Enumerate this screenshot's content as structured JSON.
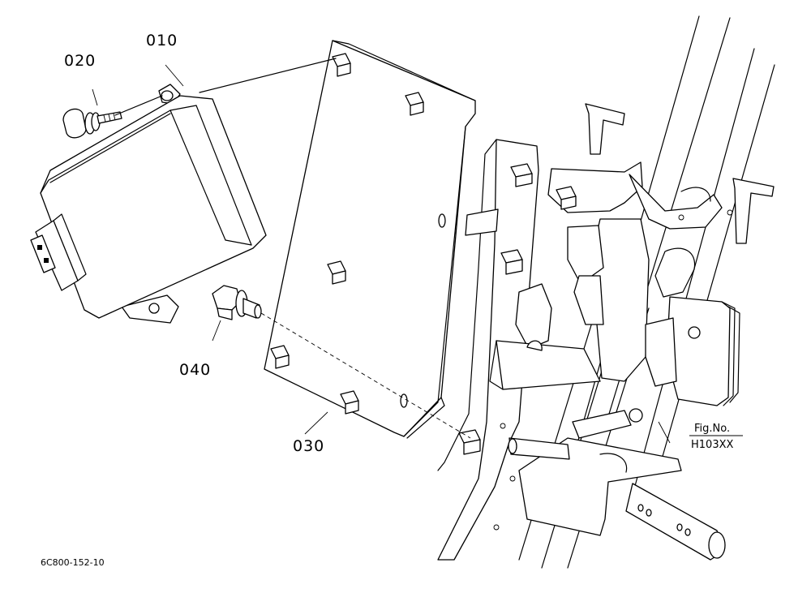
{
  "diagram": {
    "labels": {
      "controller": "010",
      "bolt": "020",
      "bracket": "030",
      "nut": "040"
    },
    "figure_caption_line1": "Fig.No.",
    "figure_caption_line2": "H103XX",
    "drawing_code": "6C800-152-10",
    "colors": {
      "ink": "#000000",
      "paper": "#ffffff"
    }
  }
}
